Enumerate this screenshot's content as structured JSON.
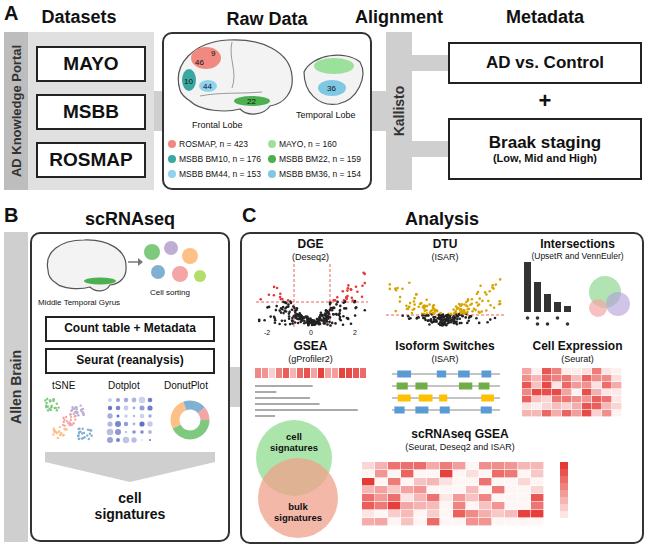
{
  "diagram": {
    "nodes": [
      {
        "text": [
          "Datasets",
          "AD Knowledge Portal"
        ]
      },
      {
        "text": [
          "MAYO"
        ],
        "in": 0
      },
      {
        "text": [
          "MSBB"
        ],
        "in": 0
      },
      {
        "text": [
          "ROSMAP"
        ],
        "in": 0
      },
      {
        "text": [
          "Raw Data"
        ]
      },
      {
        "text": [
          "Alignment",
          "Kallisto"
        ]
      },
      {
        "text": [
          "AD vs. Control"
        ]
      },
      {
        "text": [
          "Braak staging",
          "(Low, Mid and High)"
        ]
      },
      {
        "text": [
          "Allen Brain"
        ]
      },
      {
        "text": [
          "scRNAseq"
        ]
      },
      {
        "text": [
          "Count table + Metadata"
        ],
        "in": 9
      },
      {
        "text": [
          "Seurat (reanalysis)"
        ],
        "in": 9
      },
      {
        "text": [
          "Analysis"
        ]
      },
      {
        "text": [
          "cell signatures"
        ],
        "in": 12
      },
      {
        "text": [
          "bulk signatures"
        ],
        "in": 12
      }
    ],
    "edges": [
      {
        "from": 0,
        "to": 4,
        "arrow": "none"
      },
      {
        "from": 4,
        "to": 5,
        "arrow": "none"
      },
      {
        "from": 5,
        "to": 6,
        "arrow": "none"
      },
      {
        "from": 5,
        "to": 7,
        "arrow": "none"
      },
      {
        "from": 9,
        "to": 12,
        "arrow": "none"
      }
    ],
    "labels": [
      "A",
      "B",
      "C",
      "Metadata",
      "+",
      "Frontal Lobe",
      "Temporal Lobe",
      "10",
      "46",
      "9",
      "44",
      "22",
      "36",
      "Middle Temporal Gyrus",
      "Cell sorting",
      "tSNE",
      "Dotplot",
      "DonutPlot",
      "cell signatures",
      "DGE",
      "(Deseq2)",
      "DTU",
      "(ISAR)",
      "Intersections",
      "(UpsetR and VennEuler)",
      "GSEA",
      "(gProfiler2)",
      "Isoform Switches",
      "(ISAR)",
      "Cell Expression",
      "(Seurat)",
      "scRNAseq GSEA",
      "(Seurat, Deseq2 and ISAR)",
      "-2",
      "0",
      "2"
    ],
    "legend": [
      {
        "text": "ROSMAP, n = 423",
        "color": "#f08a80"
      },
      {
        "text": "MSBB BM10, n = 176",
        "color": "#3aa8a0"
      },
      {
        "text": "MSBB BM44, n = 153",
        "color": "#8fd3f0"
      },
      {
        "text": "MAYO, n = 160",
        "color": "#9be09b"
      },
      {
        "text": "MSBB BM22, n = 159",
        "color": "#4caf50"
      },
      {
        "text": "MSBB BM36, n = 154",
        "color": "#7ec8e3"
      }
    ]
  }
}
